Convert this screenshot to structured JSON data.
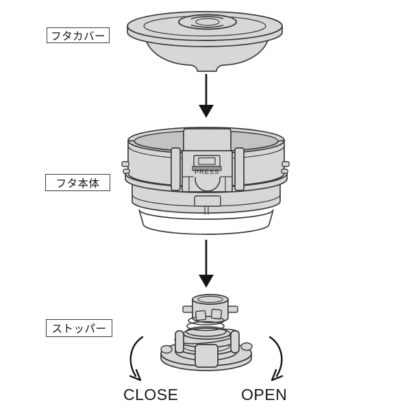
{
  "page": {
    "background_color": "#ffffff",
    "type_note": "exploded parts diagram of a flask lid"
  },
  "diagram": {
    "parts": {
      "cover": {
        "label": "フタカバー"
      },
      "body": {
        "label": "フタ本体",
        "press_label": "PRESS"
      },
      "stopper": {
        "label": "ストッパー"
      }
    },
    "rotation": {
      "close_label": "CLOSE",
      "open_label": "OPEN"
    },
    "colors": {
      "part_fill": "#d7d7d7",
      "part_inner_fill": "#c3c3c3",
      "gasket_fill": "#ffffff",
      "outline": "#3b3b3b",
      "arrow": "#141414",
      "label_text": "#111111"
    }
  }
}
